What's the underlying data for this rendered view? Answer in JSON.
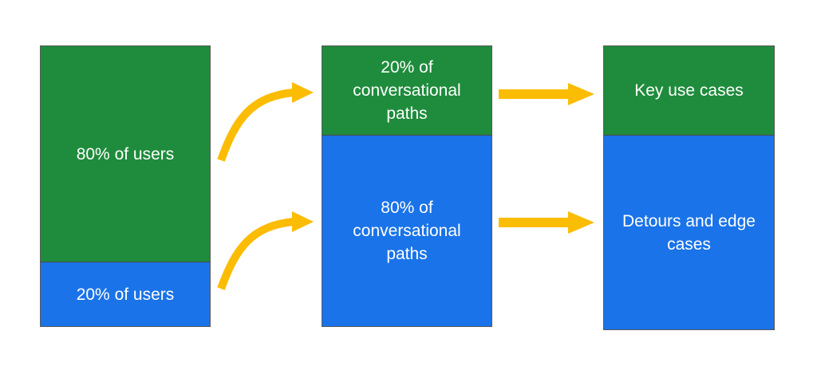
{
  "columns": {
    "users": {
      "top_label": "80% of users",
      "bottom_label": "20% of users"
    },
    "paths": {
      "top_label": "20% of conversational paths",
      "bottom_label": "80% of conversational paths"
    },
    "cases": {
      "top_label": "Key use cases",
      "bottom_label": "Detours and edge cases"
    }
  },
  "colors": {
    "green": "#1e8c3c",
    "blue": "#1a73e8",
    "arrow": "#fbbc04"
  }
}
